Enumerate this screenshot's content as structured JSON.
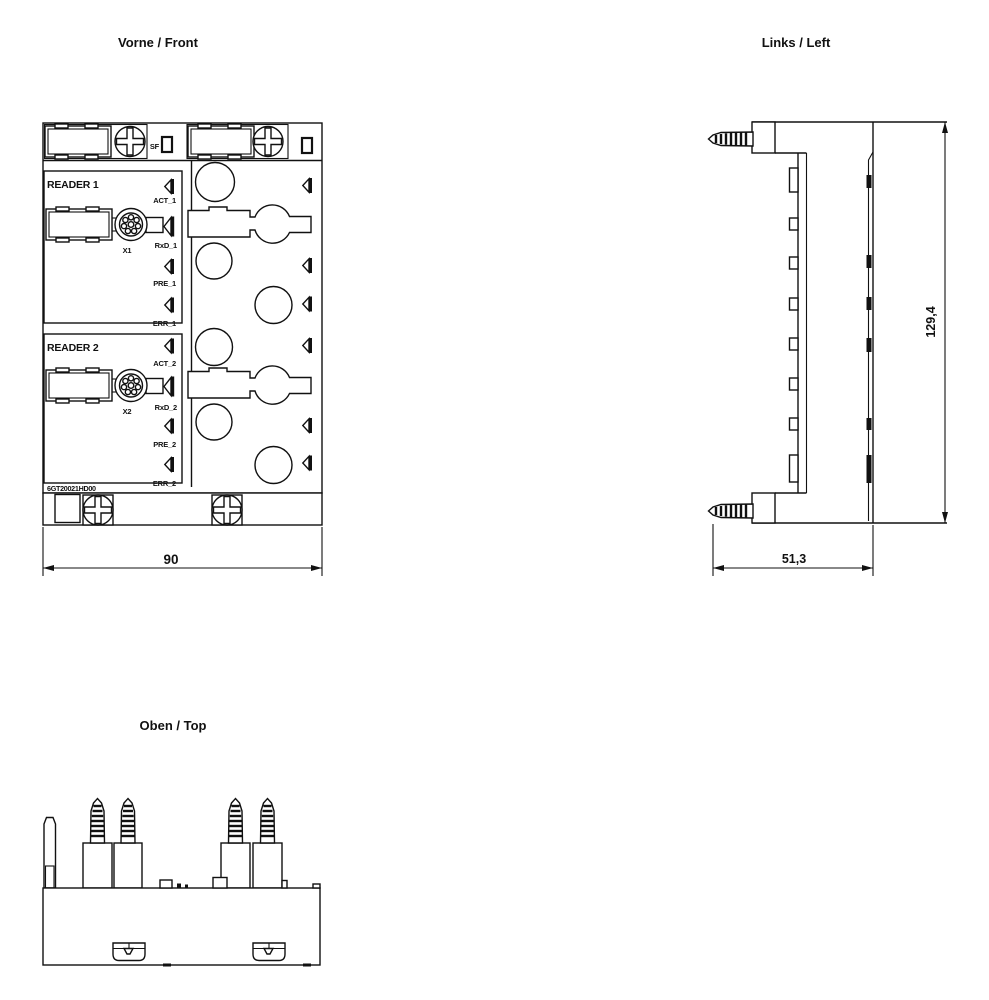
{
  "page": {
    "background": "#ffffff",
    "line_color": "#111111"
  },
  "views": {
    "front": {
      "title": "Vorne / Front",
      "reader1_label": "READER 1",
      "reader2_label": "READER 2",
      "sf_label": "SF",
      "x1_label": "X1",
      "x2_label": "X2",
      "leds_reader1": [
        "ACT_1",
        "RxD_1",
        "PRE_1",
        "ERR_1"
      ],
      "leds_reader2": [
        "ACT_2",
        "RxD_2",
        "PRE_2",
        "ERR_2"
      ],
      "part_number": "6GT20021HD00",
      "dim_width": "90"
    },
    "left": {
      "title": "Links / Left",
      "dim_height": "129,4",
      "dim_depth": "51,3"
    },
    "top": {
      "title": "Oben / Top"
    }
  }
}
